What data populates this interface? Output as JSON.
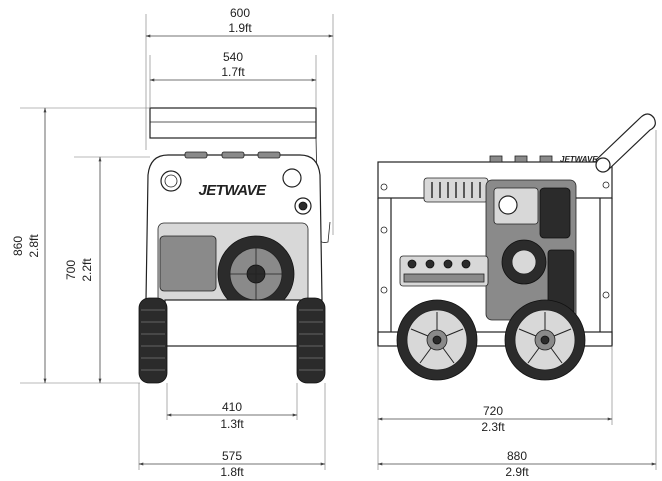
{
  "brand": "JETWAVE",
  "dimensions": {
    "top_width": {
      "mm": "600",
      "ft": "1.9ft"
    },
    "frame_width": {
      "mm": "540",
      "ft": "1.7ft"
    },
    "overall_height": {
      "mm": "860",
      "ft": "2.8ft"
    },
    "frame_height": {
      "mm": "700",
      "ft": "2.2ft"
    },
    "wheel_inner": {
      "mm": "410",
      "ft": "1.3ft"
    },
    "base_width": {
      "mm": "575",
      "ft": "1.8ft"
    },
    "wheelbase": {
      "mm": "720",
      "ft": "2.3ft"
    },
    "overall_length": {
      "mm": "880",
      "ft": "2.9ft"
    }
  },
  "colors": {
    "line": "#222222",
    "dim": "#444444",
    "dark": "#2b2b2b"
  }
}
